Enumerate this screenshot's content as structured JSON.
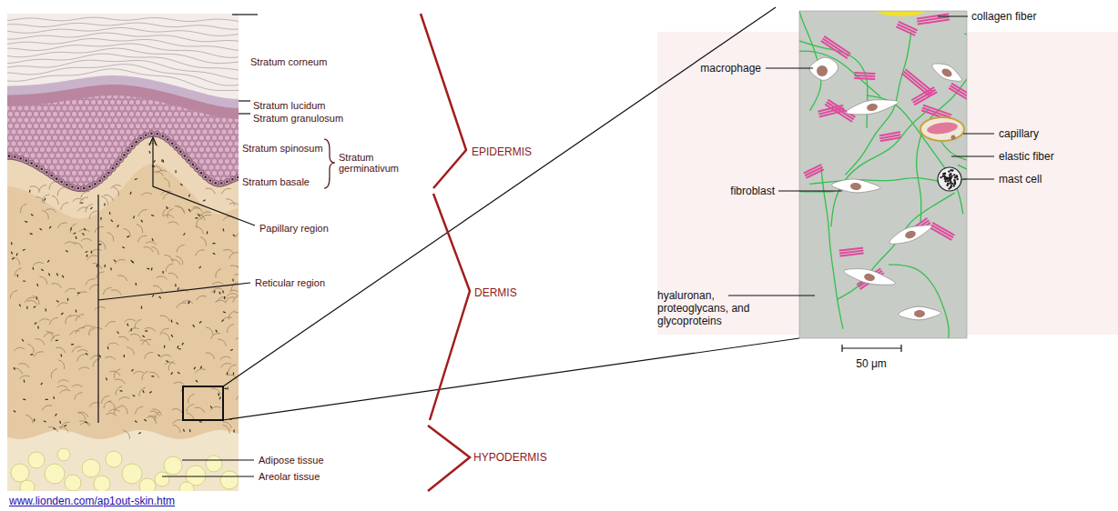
{
  "diagram": {
    "labels": [
      "Stratum corneum",
      "Stratum lucidum",
      "Stratum granulosum",
      "Stratum spinosum",
      "Stratum germinativum",
      "Stratum basale",
      "Papillary region",
      "Reticular region",
      "Adipose tissue",
      "Areolar tissue",
      "EPIDERMIS",
      "DERMIS",
      "HYPODERMIS",
      "www.lionden.com/ap1out-skin.htm",
      "collagen fiber",
      "macrophage",
      "capillary",
      "elastic fiber",
      "mast cell",
      "fibroblast",
      "hyaluronan, proteoglycans, and glycoproteins",
      "50 μm"
    ]
  }
}
